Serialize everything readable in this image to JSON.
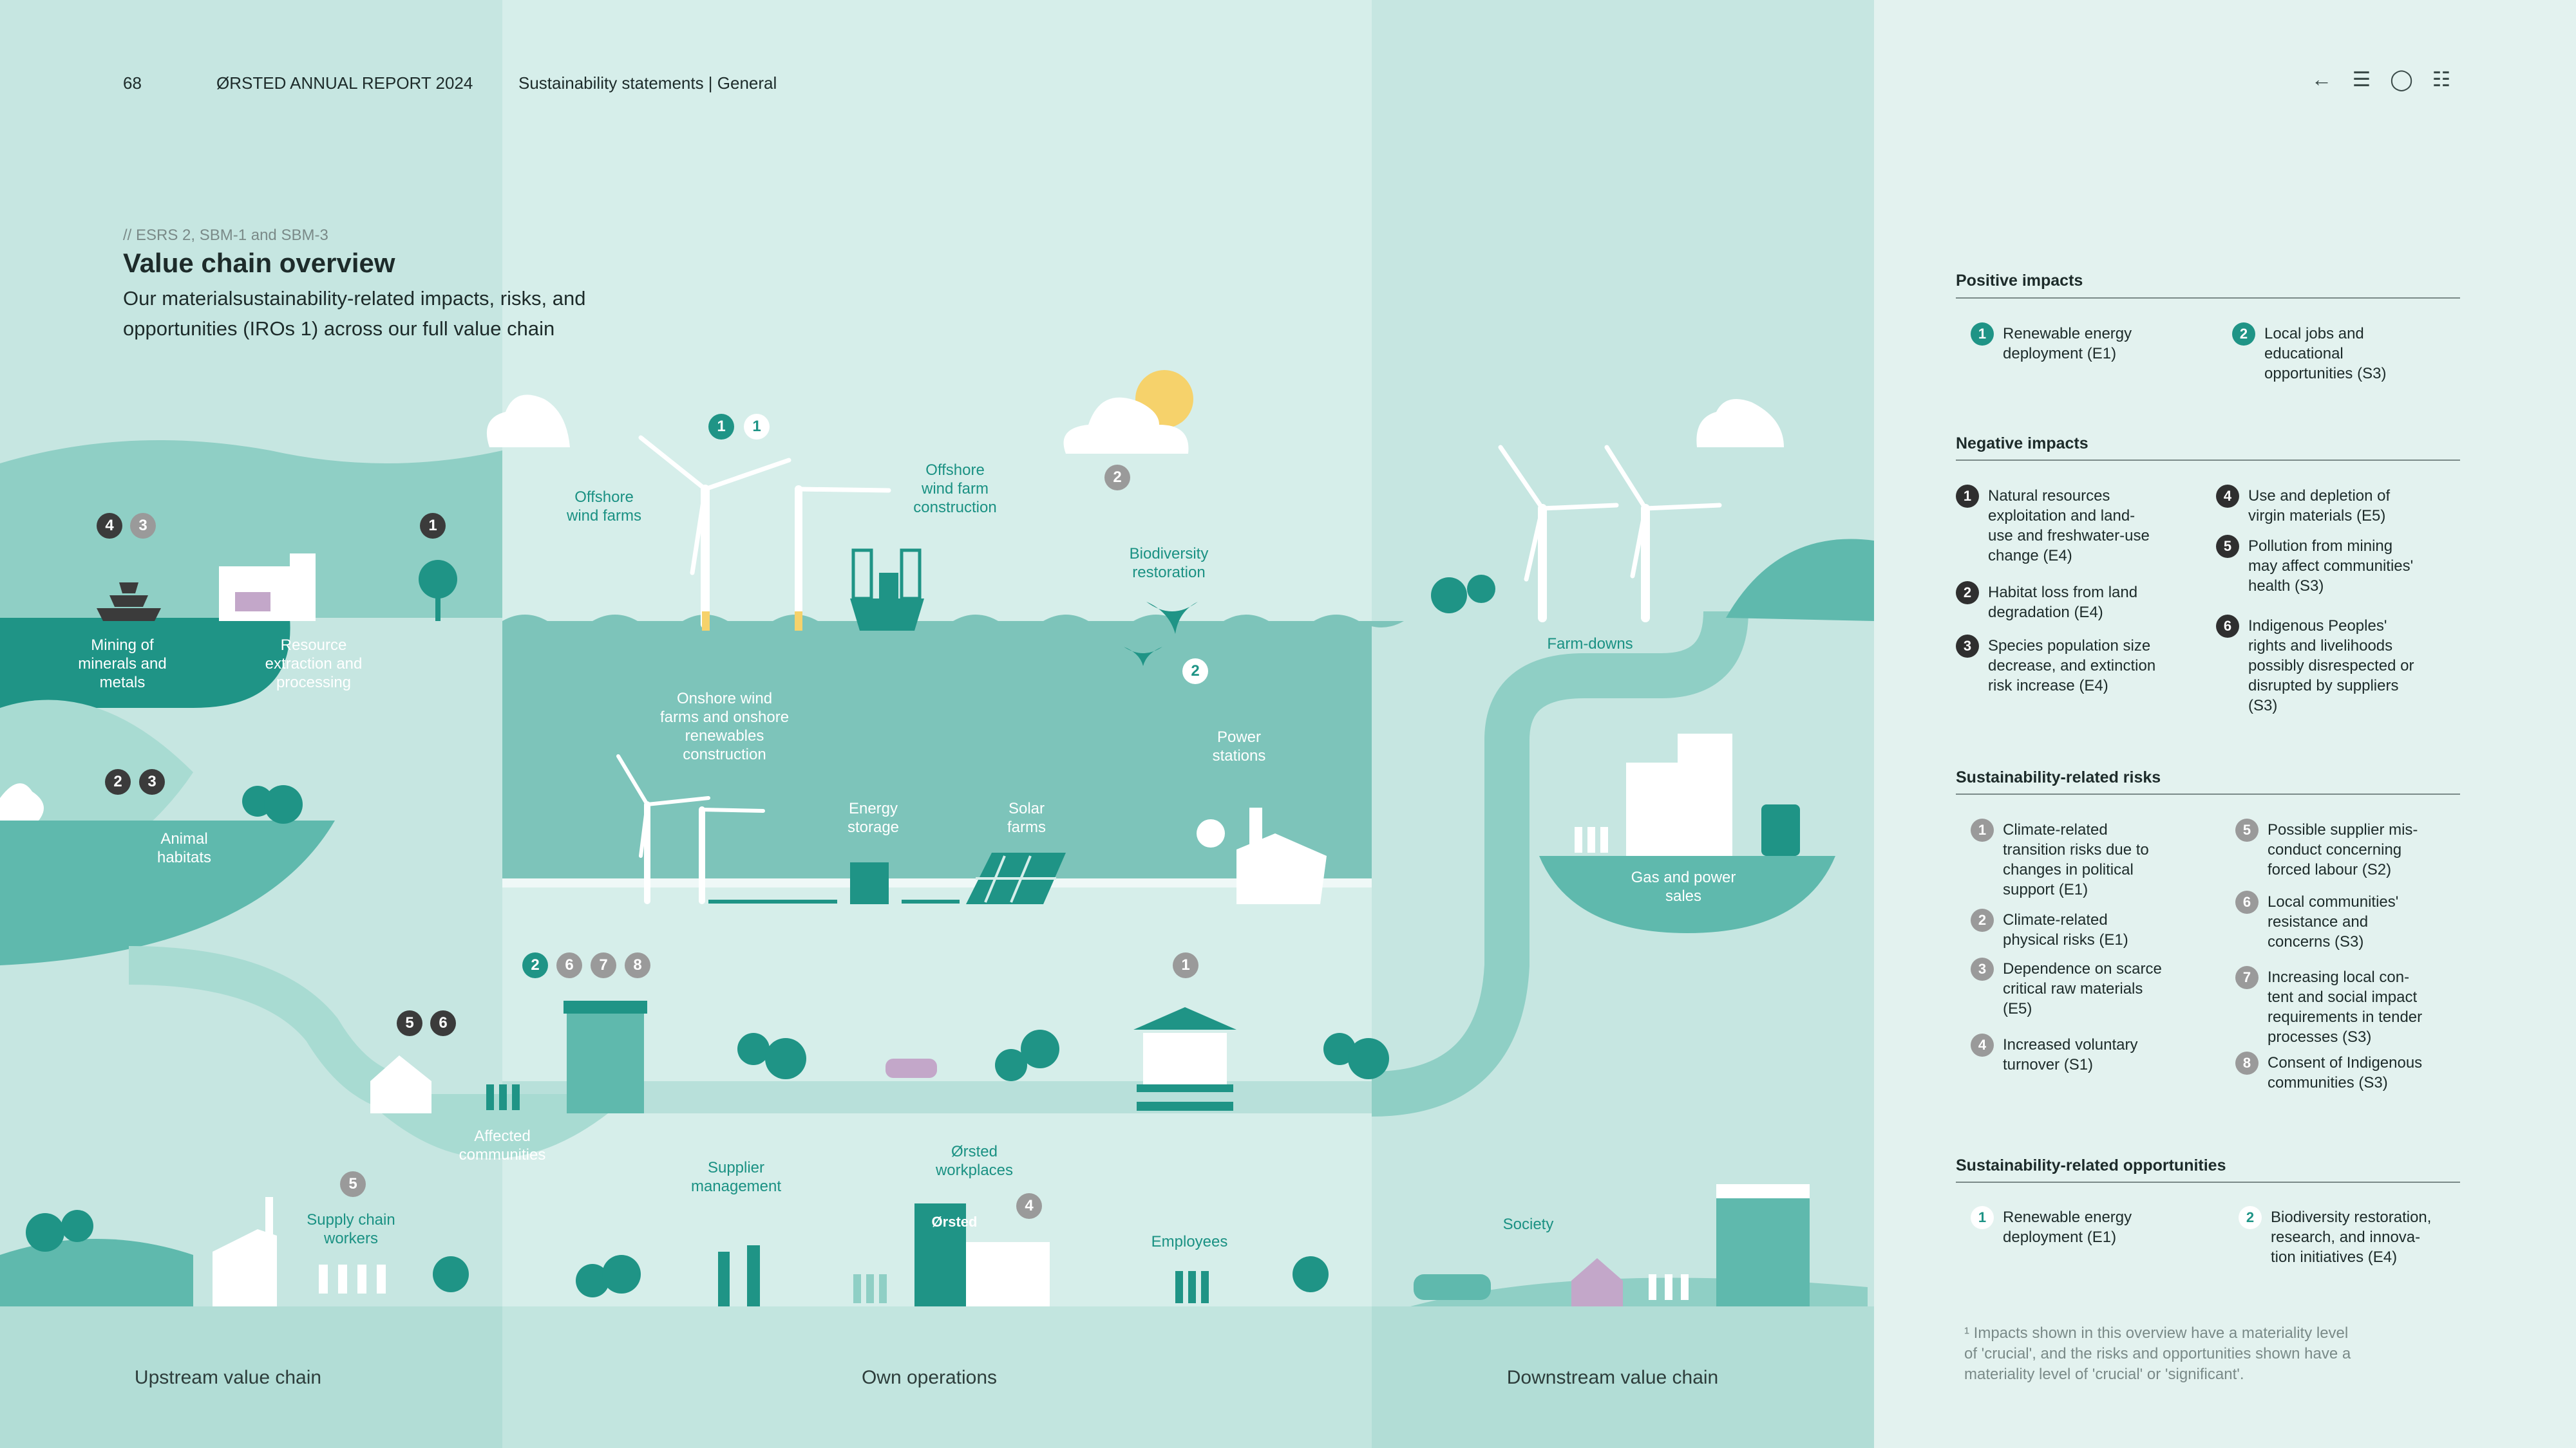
{
  "header": {
    "page_number": "68",
    "report_title": "ØRSTED ANNUAL REPORT 2024",
    "section": "Sustainability statements | General"
  },
  "nav_icons": [
    "back-arrow-icon",
    "menu-icon",
    "search-icon",
    "chart-icon"
  ],
  "heading": {
    "esrs_ref": "// ESRS 2, SBM-1 and SBM-3",
    "title": "Value chain overview",
    "subtitle": "Our materialsustainability-related impacts, risks, and opportunities (IROs 1) across our full value chain"
  },
  "zones": {
    "upstream": "Upstream value chain",
    "own": "Own operations",
    "downstream": "Downstream value chain"
  },
  "labels": {
    "offshore_wind_farms": "Offshore\nwind farms",
    "offshore_construction": "Offshore\nwind farm\nconstruction",
    "biodiversity_restoration": "Biodiversity\nrestoration",
    "mining": "Mining of\nminerals and\nmetals",
    "resource_extraction": "Resource\nextraction and\nprocessing",
    "animal_habitats": "Animal\nhabitats",
    "onshore_wind": "Onshore wind\nfarms and onshore\nrenewables\nconstruction",
    "energy_storage": "Energy\nstorage",
    "solar_farms": "Solar\nfarms",
    "power_stations": "Power\nstations",
    "farm_downs": "Farm-downs",
    "gas_power_sales": "Gas and power\nsales",
    "affected_communities": "Affected\ncommunities",
    "supplier_management": "Supplier\nmanagement",
    "orsted_workplaces": "Ørsted\nworkplaces",
    "employees": "Employees",
    "supply_chain_workers": "Supply chain\nworkers",
    "society": "Society",
    "orsted_sign": "Ørsted"
  },
  "badges": {
    "offshore_a": "1",
    "offshore_b": "1",
    "biodiversity": "2",
    "mining_a": "4",
    "mining_b": "3",
    "resource": "1",
    "animal_a": "2",
    "animal_b": "3",
    "whale": "2",
    "community_a": "5",
    "community_b": "6",
    "onshore_a": "2",
    "onshore_b": "6",
    "onshore_c": "7",
    "onshore_d": "8",
    "bank": "1",
    "supply_chain": "5",
    "workplace": "4"
  },
  "legend": {
    "positive": {
      "title": "Positive impacts",
      "items": [
        {
          "num": "1",
          "text": "Renewable energy\ndeployment (E1)"
        },
        {
          "num": "2",
          "text": "Local jobs and\neducational\nopportunities (S3)"
        }
      ]
    },
    "negative": {
      "title": "Negative impacts",
      "items": [
        {
          "num": "1",
          "text": "Natural resources\nexploitation and land-\nuse and freshwater-use\nchange (E4)"
        },
        {
          "num": "2",
          "text": "Habitat loss from land\ndegradation (E4)"
        },
        {
          "num": "3",
          "text": "Species population size\ndecrease, and extinction\nrisk increase (E4)"
        },
        {
          "num": "4",
          "text": "Use and depletion of\nvirgin materials (E5)"
        },
        {
          "num": "5",
          "text": "Pollution from mining\nmay affect communities'\nhealth (S3)"
        },
        {
          "num": "6",
          "text": "Indigenous Peoples'\nrights and livelihoods\npossibly disrespected or\ndisrupted by suppliers\n(S3)"
        }
      ]
    },
    "risks": {
      "title": "Sustainability-related risks",
      "items": [
        {
          "num": "1",
          "text": "Climate-related\ntransition risks due to\nchanges in political\nsupport (E1)"
        },
        {
          "num": "2",
          "text": "Climate-related\nphysical risks (E1)"
        },
        {
          "num": "3",
          "text": "Dependence on scarce\ncritical raw materials\n(E5)"
        },
        {
          "num": "4",
          "text": "Increased voluntary\nturnover (S1)"
        },
        {
          "num": "5",
          "text": "Possible supplier mis-\nconduct concerning\nforced labour (S2)"
        },
        {
          "num": "6",
          "text": "Local communities'\nresistance and\nconcerns (S3)"
        },
        {
          "num": "7",
          "text": "Increasing local con-\ntent and social impact\nrequirements in tender\nprocesses (S3)"
        },
        {
          "num": "8",
          "text": "Consent of Indigenous\ncommunities (S3)"
        }
      ]
    },
    "opportunities": {
      "title": "Sustainability-related opportunities",
      "items": [
        {
          "num": "1",
          "text": "Renewable energy\ndeployment (E1)"
        },
        {
          "num": "2",
          "text": "Biodiversity restoration,\nresearch, and innova-\ntion initiatives (E4)"
        }
      ]
    },
    "footnote": "¹ Impacts shown in this overview have a materiality level\n  of 'crucial', and the risks and opportunities shown have a\n  materiality level of 'crucial' or 'significant'."
  },
  "colors": {
    "bg_light": "#e3f2ef",
    "panel_upstream": "#c6e6e1",
    "panel_own": "#d6eeea",
    "teal_dark": "#1f9486",
    "teal_mid": "#5fb9ad",
    "teal_light": "#8fd0c6",
    "white": "#ffffff"
  }
}
